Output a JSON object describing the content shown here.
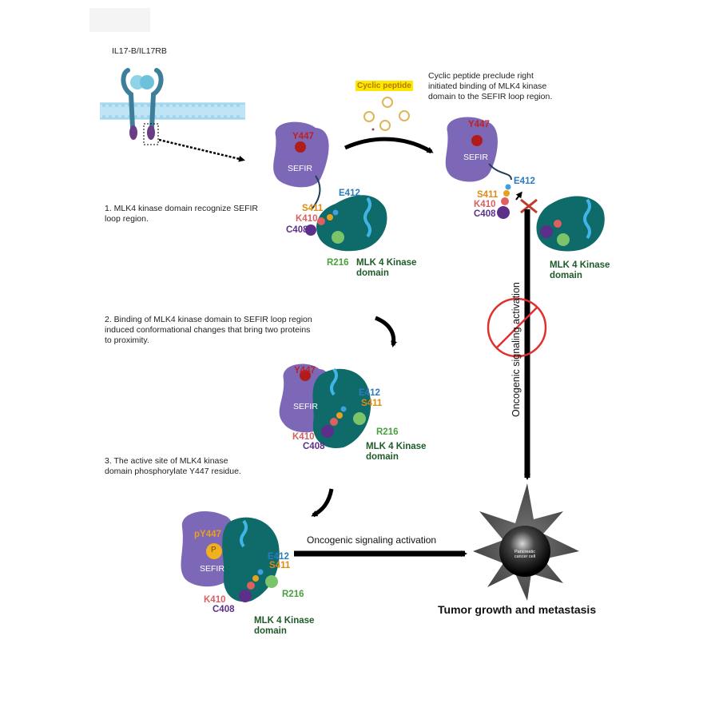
{
  "receptor_label": "IL17-B/IL17RB",
  "cyclic_peptide_label": "Cyclic peptide",
  "preclude_text": [
    "Cyclic peptide preclude right",
    "initiated binding of MLK4 kinase",
    "domain to the SEFIR loop region."
  ],
  "step1_text": [
    "1.   MLK4 kinase domain recognize SEFIR",
    " loop region."
  ],
  "step2_text": [
    "2. Binding of MLK4 kinase domain to SEFIR loop region",
    "induced conformational changes that bring two proteins",
    "to proximity."
  ],
  "step3_text": [
    "3. The active site of MLK4 kinase",
    "domain phosphorylate Y447 residue."
  ],
  "residues": {
    "y447": "Y447",
    "py447": "pY447",
    "e412": "E412",
    "s411": "S411",
    "k410": "K410",
    "c408": "C408",
    "r216": "R216"
  },
  "sefir_label": "SEFIR",
  "kinase_domain_label": [
    "MLK 4 Kinase",
    "domain"
  ],
  "phospho_label": "P",
  "oncogenic_horizontal": "Oncogenic signaling activation",
  "oncogenic_vertical": "Oncogenic signaling activation",
  "cell_label": [
    "Pancreatic",
    "cancer cell"
  ],
  "outcome": "Tumor growth and metastasis",
  "colors": {
    "sefir": "#7d68b8",
    "kinase": "#0f6a6a",
    "helix": "#3fb4e6",
    "membrane": "#a8d8f0",
    "receptor": "#3d7f9a",
    "arrow": "#000000",
    "block": "#e03030"
  }
}
